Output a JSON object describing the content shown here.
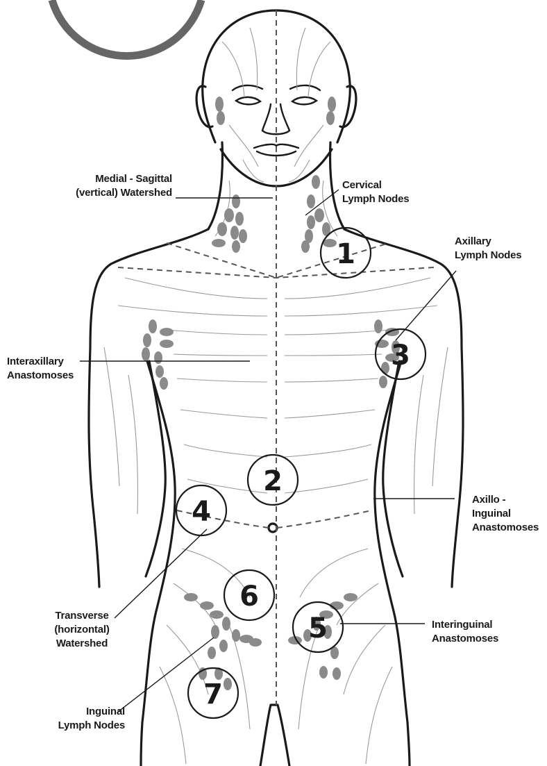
{
  "labels": {
    "medial_sagittal": "Medial - Sagittal\n(vertical) Watershed",
    "cervical": "Cervical\nLymph Nodes",
    "axillary": "Axillary\nLymph Nodes",
    "interaxillary": "Interaxillary\nAnastomoses",
    "axillo_inguinal": "Axillo -\nInguinal\nAnastomoses",
    "transverse": "Transverse\n(horizontal)\nWatershed",
    "interinguinal": "Interinguinal\nAnastomoses",
    "inguinal": "Inguinal\nLymph Nodes"
  },
  "zones": [
    "1",
    "2",
    "3",
    "4",
    "5",
    "6",
    "7"
  ],
  "colors": {
    "outline": "#1a1a1a",
    "vessel": "#9a9a9a",
    "node": "#8a8a8a",
    "watershed": "#555555",
    "badge": "#666666"
  }
}
